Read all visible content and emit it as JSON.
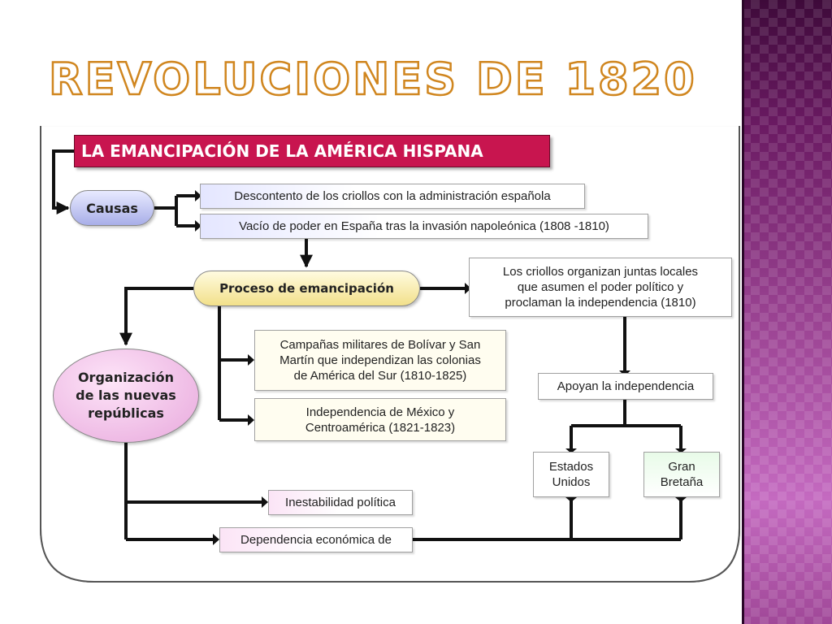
{
  "slide": {
    "title": "REVOLUCIONES DE 1820"
  },
  "diagram": {
    "header": "LA EMANCIPACIÓN DE LA AMÉRICA HISPANA",
    "causas": "Causas",
    "causa_1": "Descontento de los criollos con la administración española",
    "causa_2": "Vacío de poder en España tras la invasión napoleónica (1808 -1810)",
    "proceso": "Proceso de emancipación",
    "juntas": "Los criollos organizan juntas locales\nque asumen el poder político y\nproclaman la independencia (1810)",
    "campanas": "Campañas militares de Bolívar y San\nMartín que independizan las colonias\nde América del Sur (1810-1825)",
    "independencia_mexico": "Independencia de México y\nCentroamérica (1821-1823)",
    "apoyan": "Apoyan la independencia",
    "estados_unidos": "Estados\nUnidos",
    "gran_bretana": "Gran\nBretaña",
    "organizacion": "Organización\nde las nuevas\nrepúblicas",
    "inestabilidad": "Inestabilidad política",
    "dependencia": "Dependencia económica de"
  },
  "colors": {
    "header_bg": "#c8154f",
    "causas_pill": "#c8ccf4",
    "proceso_pill": "#fff2b0",
    "organizacion_pill": "#f4c4ec",
    "sidebar": "#7a1d6f",
    "title_outline": "#d0861f"
  }
}
